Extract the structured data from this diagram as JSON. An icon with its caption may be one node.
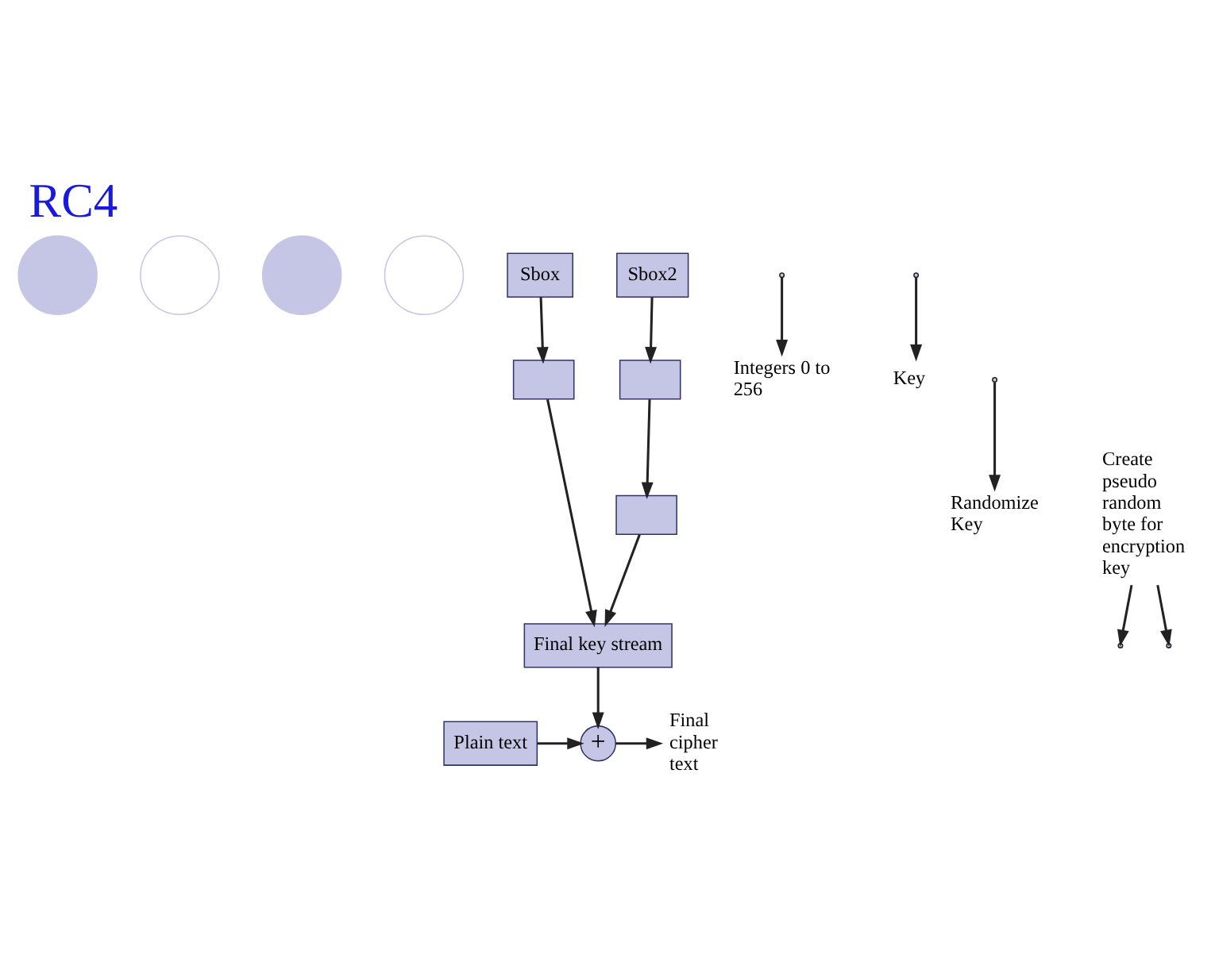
{
  "diagram": {
    "title": "RC4",
    "nodes": [
      {
        "text": [],
        "shape": "circle"
      },
      {
        "text": [],
        "shape": "circle"
      },
      {
        "text": [],
        "shape": "circle"
      },
      {
        "text": [],
        "shape": "circle"
      },
      {
        "text": [
          "Sbox"
        ]
      },
      {
        "text": [
          "Sbox2"
        ]
      },
      {
        "text": [
          "Integers 0 to 256"
        ]
      },
      {
        "text": [
          "Key"
        ]
      },
      {
        "text": [],
        "shape": "box"
      },
      {
        "text": [],
        "shape": "box"
      },
      {
        "text": [
          "Randomize Key"
        ]
      },
      {
        "text": [],
        "shape": "box"
      },
      {
        "text": [
          "Create pseudo random byte for encryption key"
        ]
      },
      {
        "text": [
          "Final key stream"
        ]
      },
      {
        "text": [
          "Final cipher text"
        ]
      },
      {
        "text": [
          "+"
        ]
      },
      {
        "text": [
          "Plain text"
        ]
      }
    ],
    "edges": [
      {
        "from": 4,
        "to": 8,
        "arrow": "to"
      },
      {
        "from": 5,
        "to": 9,
        "arrow": "to"
      },
      {
        "from": null,
        "to": 6,
        "arrow": "to"
      },
      {
        "from": null,
        "to": 7,
        "arrow": "to"
      },
      {
        "from": 8,
        "to": 13,
        "arrow": "to"
      },
      {
        "from": 9,
        "to": 11,
        "arrow": "to"
      },
      {
        "from": null,
        "to": 10,
        "arrow": "to"
      },
      {
        "from": 11,
        "to": 13,
        "arrow": "to"
      },
      {
        "from": 12,
        "to": null,
        "arrow": "to"
      },
      {
        "from": 12,
        "to": null,
        "arrow": "to"
      },
      {
        "from": 13,
        "to": 15,
        "arrow": "to"
      },
      {
        "from": 16,
        "to": 15,
        "arrow": "to"
      },
      {
        "from": 15,
        "to": 14,
        "arrow": "to"
      }
    ]
  }
}
